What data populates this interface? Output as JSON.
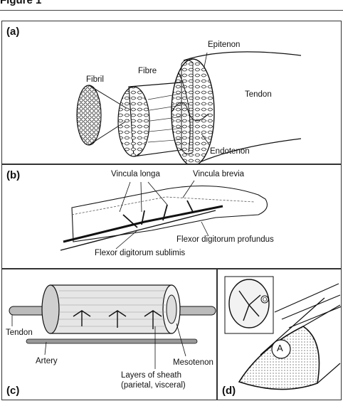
{
  "figure": {
    "title": "Figure 1"
  },
  "panel_a": {
    "label": "(a)",
    "fibril": "Fibril",
    "fibre": "Fibre",
    "epitenon": "Epitenon",
    "tendon": "Tendon",
    "endotenon": "Endotenon"
  },
  "panel_b": {
    "label": "(b)",
    "vincula_longa": "Vincula longa",
    "vincula_brevia": "Vincula brevia",
    "profundus": "Flexor digitorum profundus",
    "sublimis": "Flexor digitorum sublimis"
  },
  "panel_c": {
    "label": "(c)",
    "tendon": "Tendon",
    "artery": "Artery",
    "mesotenon": "Mesotenon",
    "sheath_line1": "Layers of sheath",
    "sheath_line2": "(parietal, visceral)"
  },
  "panel_d": {
    "label": "(d)",
    "marker_a": "A",
    "marker_o": "O"
  }
}
